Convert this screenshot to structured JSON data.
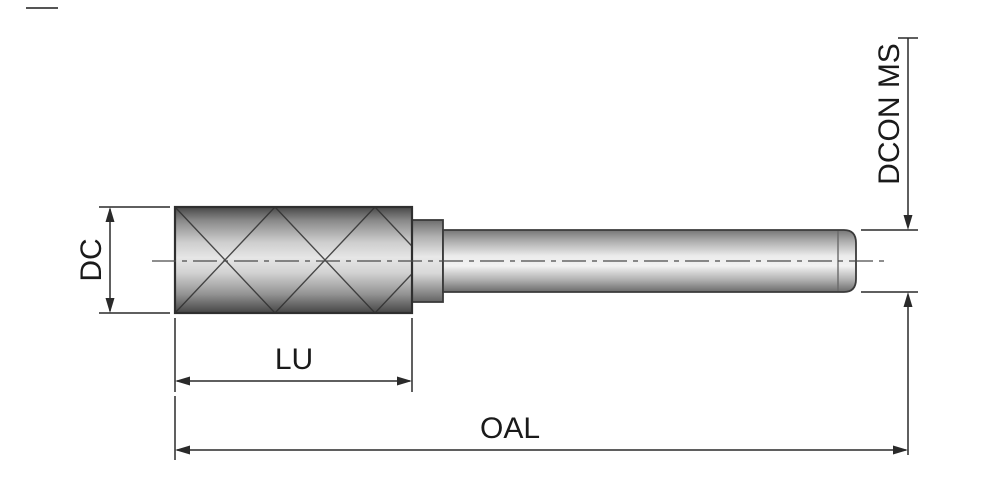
{
  "diagram": {
    "title": "cylindrical-burr-dimension-drawing",
    "labels": {
      "dc": "DC",
      "lu": "LU",
      "oal": "OAL",
      "dcon": "DCON MS"
    },
    "colors": {
      "dimension_line": "#2a2a2a",
      "label_text": "#1a1a1a",
      "metal_dark": "#4e4e4e",
      "metal_light": "#e8e8e8",
      "background": "#ffffff"
    }
  }
}
